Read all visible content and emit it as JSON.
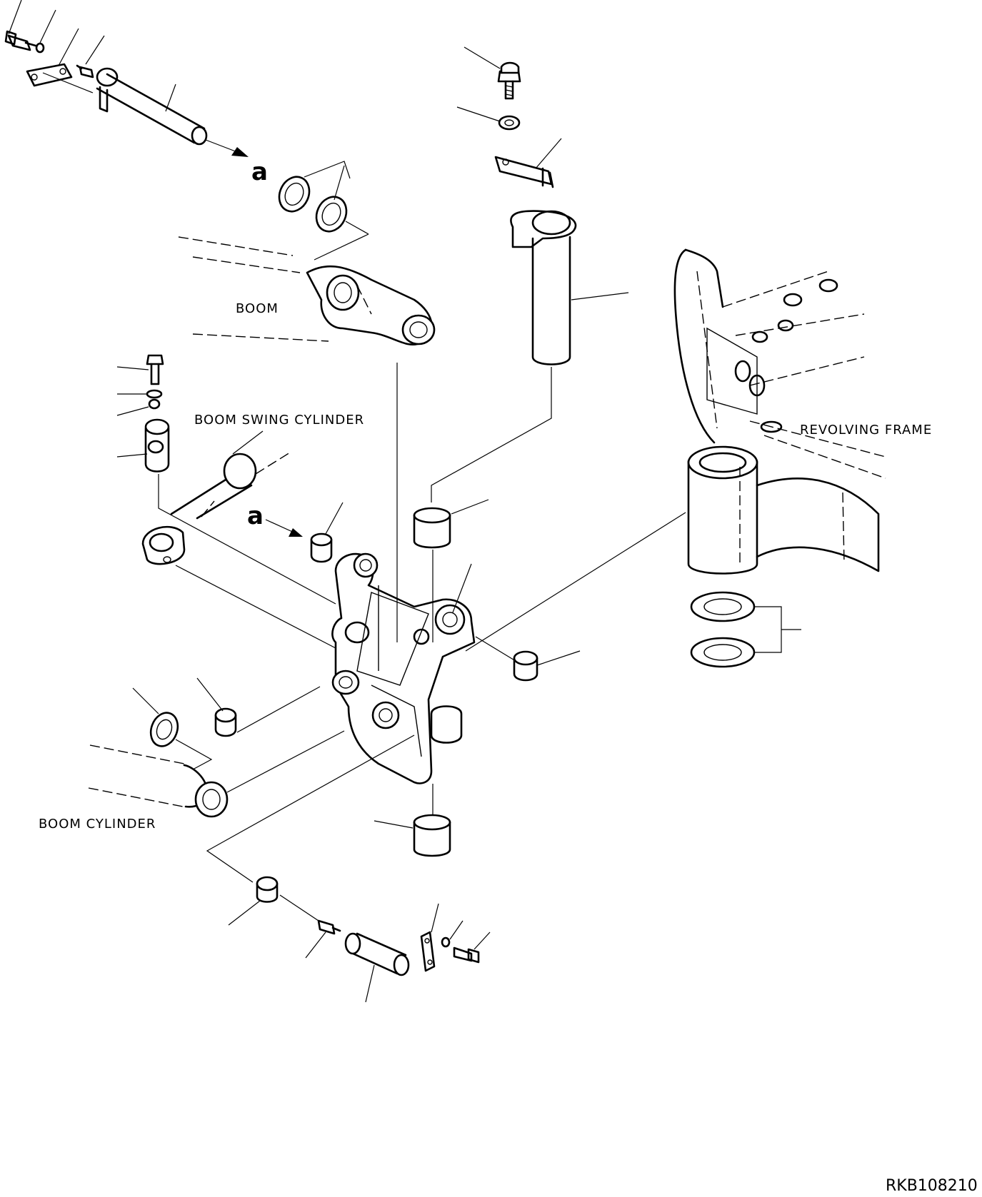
{
  "labels": {
    "boom": "BOOM",
    "boom_swing_cylinder": "BOOM SWING CYLINDER",
    "revolving_frame": "REVOLVING FRAME",
    "boom_cylinder": "BOOM CYLINDER",
    "arrow_a_top": "a",
    "arrow_a_mid": "a"
  },
  "drawing_code": "RKB108210"
}
